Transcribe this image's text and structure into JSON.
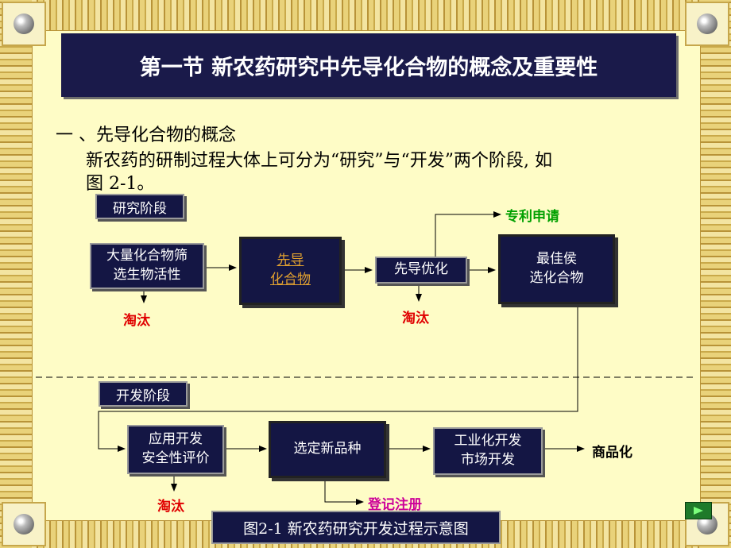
{
  "slide": {
    "title": "第一节  新农药研究中先导化合物的概念及重要性",
    "section_heading": "一 、先导化合物的概念",
    "body_line1": "新农药的研制过程大体上可分为“研究”与“开发”两个阶段, 如",
    "body_line2": "图 2-1。"
  },
  "diagram": {
    "research_stage_label": "研究阶段",
    "development_stage_label": "开发阶段",
    "nodes": {
      "screening": [
        "大量化合物筛",
        "选生物活性"
      ],
      "lead": [
        "先导",
        "化合物"
      ],
      "optimization": [
        "先导优化"
      ],
      "best_candidate": [
        "最佳侯",
        "选化合物"
      ],
      "application_dev": [
        "应用开发",
        "安全性评价"
      ],
      "new_variety": [
        "选定新品种"
      ],
      "industrial": [
        "工业化开发",
        "市场开发"
      ]
    },
    "notes": {
      "eliminate_1": "淘汰",
      "eliminate_2": "淘汰",
      "eliminate_3": "淘汰",
      "patent": "专利申请",
      "registration": "登记注册",
      "commercialization": "商品化"
    },
    "caption": "图2-1  新农药研究开发过程示意图",
    "colors": {
      "node_fill": "#141644",
      "eliminate": "#e00000",
      "patent": "#00a000",
      "registration": "#cc0099"
    }
  }
}
